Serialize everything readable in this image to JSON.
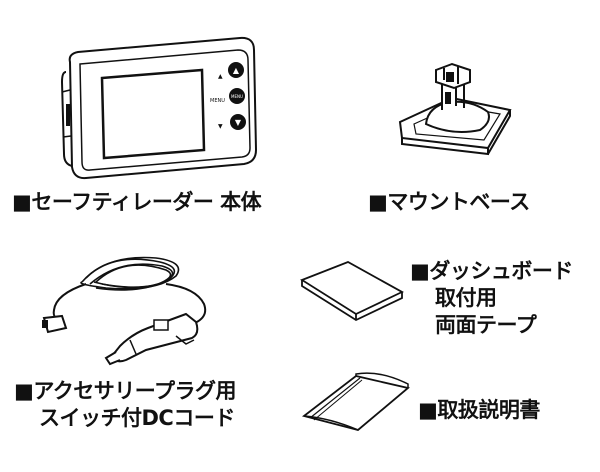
{
  "items": [
    {
      "id": "main-unit",
      "lines": [
        "■セーフティレーダー 本体"
      ]
    },
    {
      "id": "mount-base",
      "lines": [
        "■マウントベース"
      ]
    },
    {
      "id": "dc-cord",
      "lines": [
        "■アクセサリープラグ用",
        "スイッチ付DCコード"
      ]
    },
    {
      "id": "dash-tape",
      "lines": [
        "■ダッシュボード",
        "取付用",
        "両面テープ"
      ]
    },
    {
      "id": "manual",
      "lines": [
        "■取扱説明書"
      ]
    }
  ],
  "device": {
    "button_labels": [
      "▲",
      "MENU",
      "▼"
    ],
    "button_glyphs": [
      "▲",
      "MENU",
      "▼"
    ]
  }
}
